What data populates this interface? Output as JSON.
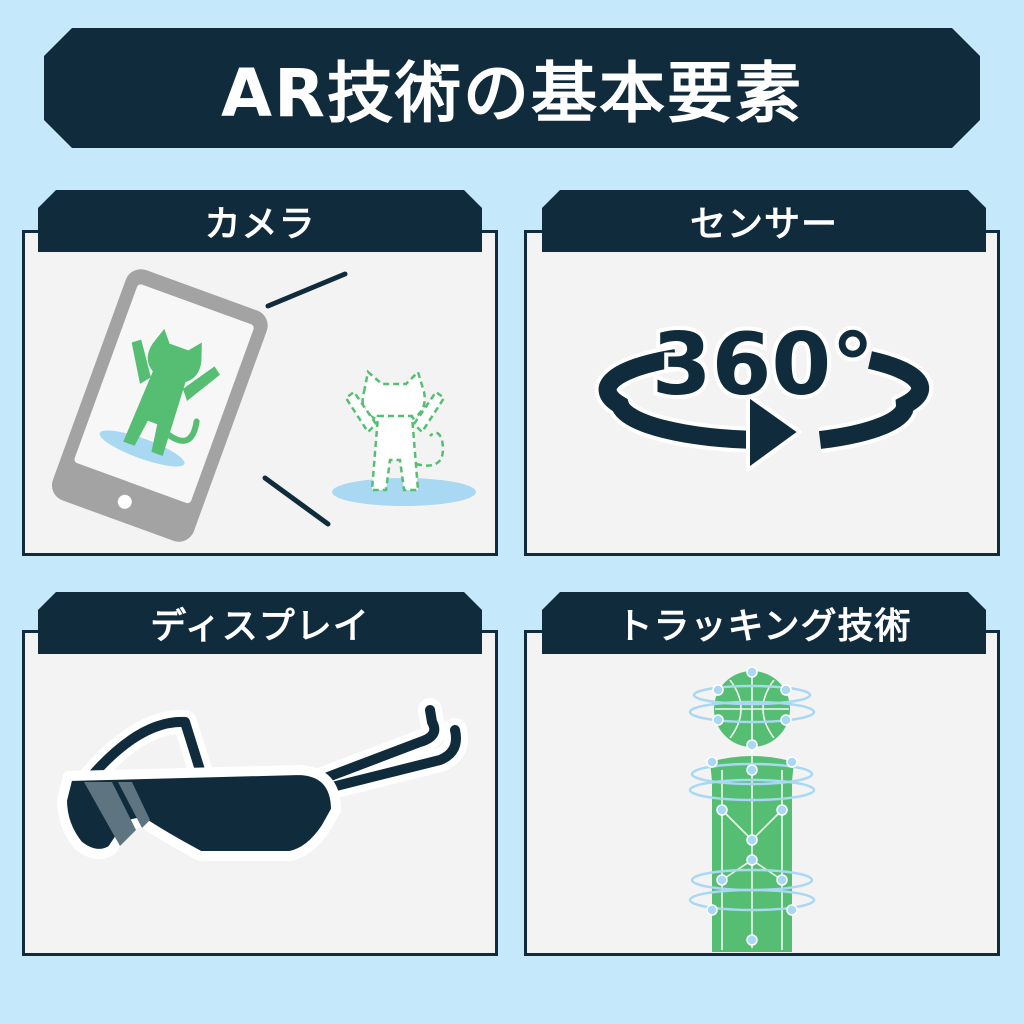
{
  "title": "AR技術の基本要素",
  "panels": [
    {
      "label": "カメラ",
      "icon": "smartphone-camera-icon"
    },
    {
      "label": "センサー",
      "icon": "rotation-360-icon"
    },
    {
      "label": "ディスプレイ",
      "icon": "ar-glasses-icon"
    },
    {
      "label": "トラッキング技術",
      "icon": "body-tracking-icon"
    }
  ],
  "sensor_text": "360°",
  "colors": {
    "background": "#c6e8fb",
    "navy": "#102b3b",
    "green": "#56be72",
    "panel": "#f3f3f3",
    "device_gray": "#a3a3a3"
  }
}
